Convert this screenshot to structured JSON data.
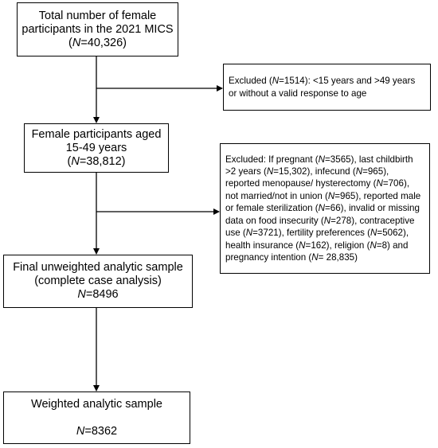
{
  "boxes": {
    "total": {
      "line1": "Total number of female",
      "line2": "participants in the 2021 MICS",
      "n_prefix": "(",
      "n_var": "N",
      "n_value": "=40,326)"
    },
    "excluded1": {
      "p1": "Excluded (",
      "n_var": "N",
      "p2": "=1514): <15 years and >49 years",
      "line2": "or without a valid response to age"
    },
    "aged": {
      "line1": "Female participants aged",
      "line2": "15-49 years",
      "n_prefix": "(",
      "n_var": "N",
      "n_value": "=38,812)"
    },
    "excluded2": {
      "var": "N",
      "segments": [
        "Excluded: If pregnant (",
        "=3565), last childbirth >2 years (",
        "=15,302), infecund (",
        "=965), reported menopause/ hysterectomy (",
        "=706), not married/not in union (",
        "=965), reported male or female sterilization (",
        "=66), invalid or missing data on food insecurity (",
        "=278), contraceptive use (",
        "=3721), fertility preferences (",
        "=5062), health insurance (",
        "=162), religion (",
        "=8) and pregnancy intention (",
        "= 28,835)"
      ]
    },
    "final": {
      "line1": "Final unweighted analytic sample",
      "line2": "(complete case analysis)",
      "n_var": "N",
      "n_value": "=8496"
    },
    "weighted": {
      "line1": "Weighted analytic sample",
      "n_var": "N",
      "n_value": "=8362"
    }
  }
}
